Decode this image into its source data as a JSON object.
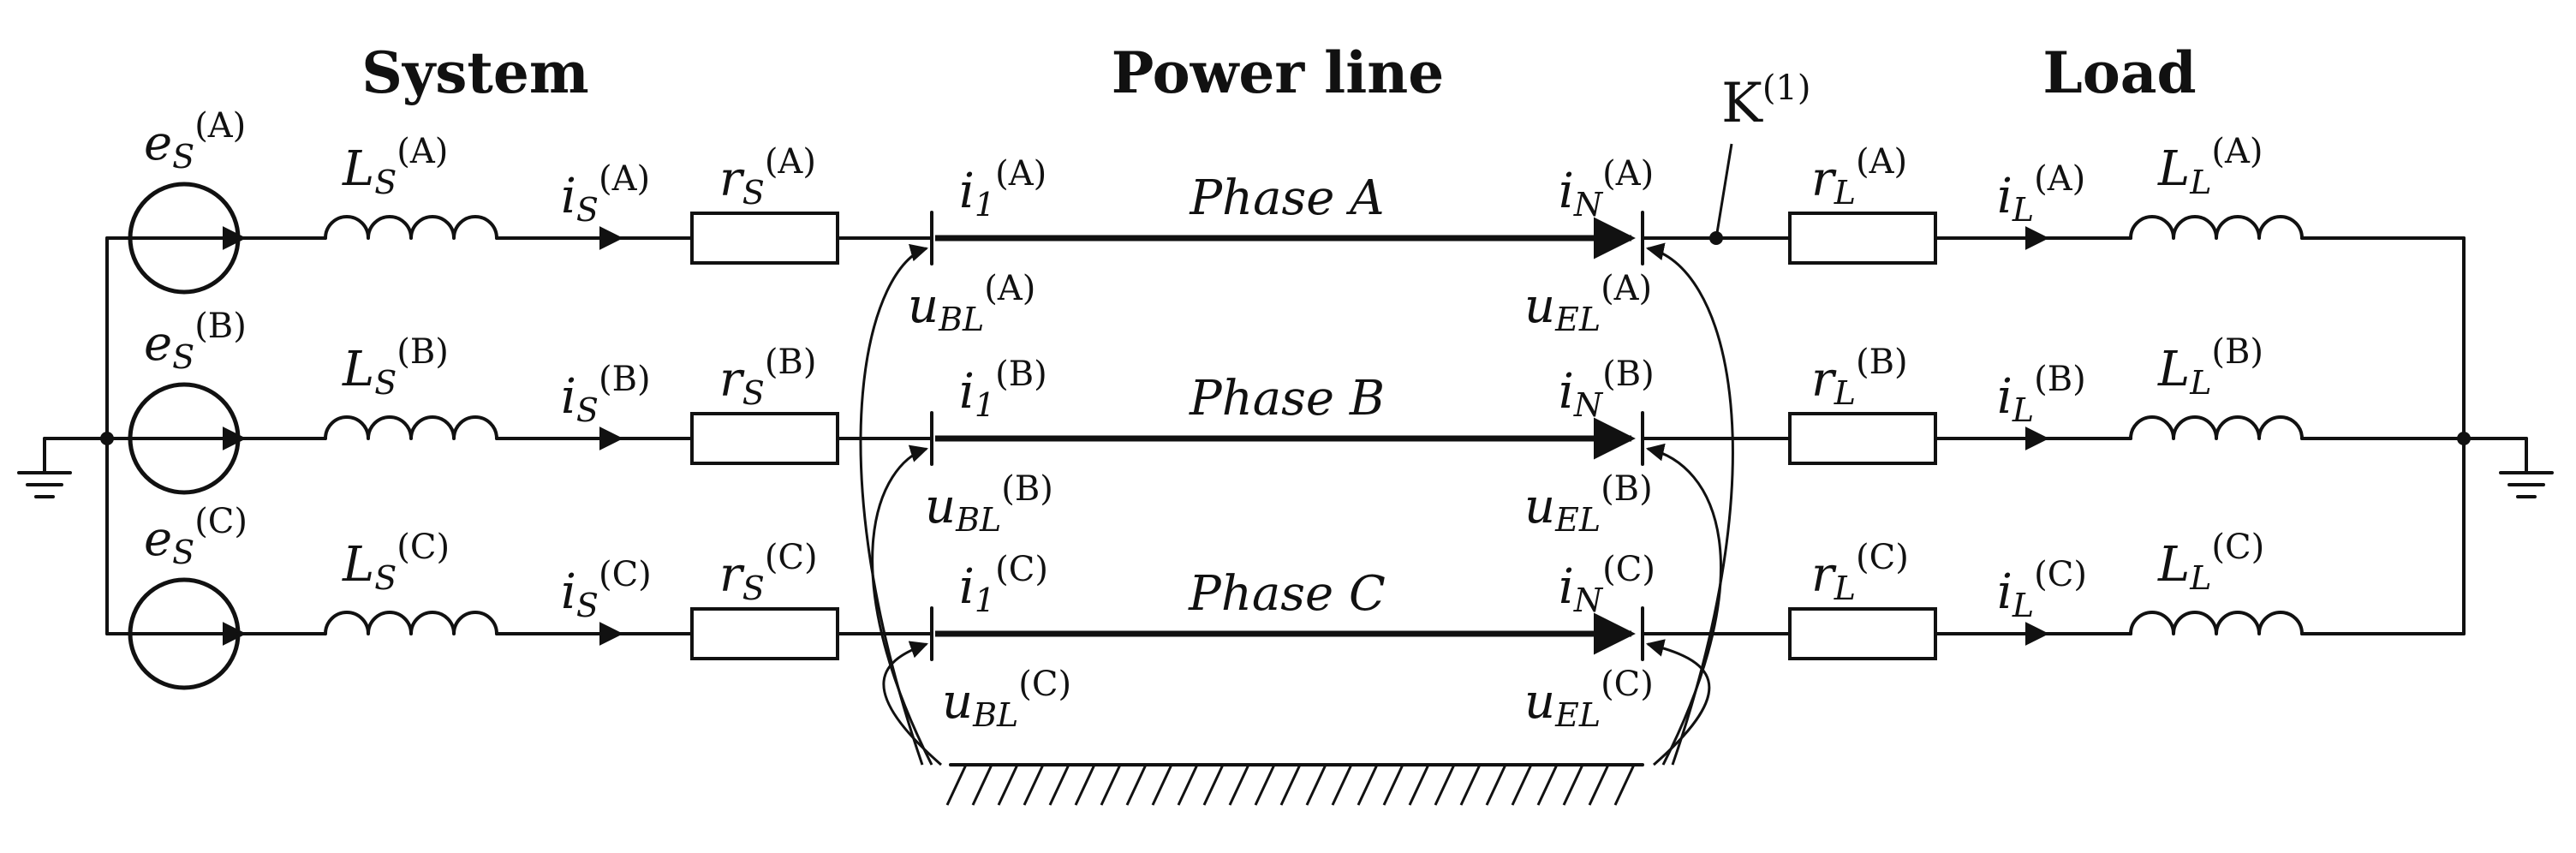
{
  "sections": {
    "system": "System",
    "power_line": "Power line",
    "load": "Load"
  },
  "fault_label": {
    "main": "K",
    "sup": "(1)"
  },
  "phases": [
    {
      "key": "A",
      "phase_label": "Phase A",
      "e_s": {
        "main": "e",
        "sub": "S",
        "sup": "(A)"
      },
      "L_s": {
        "main": "L",
        "sub": "S",
        "sup": "(A)"
      },
      "i_s": {
        "main": "i",
        "sub": "S",
        "sup": "(A)"
      },
      "r_s": {
        "main": "r",
        "sub": "S",
        "sup": "(A)"
      },
      "i_1": {
        "main": "i",
        "sub": "1",
        "sup": "(A)"
      },
      "u_bl": {
        "main": "u",
        "sub": "BL",
        "sup": "(A)"
      },
      "i_n": {
        "main": "i",
        "sub": "N",
        "sup": "(A)"
      },
      "u_el": {
        "main": "u",
        "sub": "EL",
        "sup": "(A)"
      },
      "r_l": {
        "main": "r",
        "sub": "L",
        "sup": "(A)"
      },
      "i_l": {
        "main": "i",
        "sub": "L",
        "sup": "(A)"
      },
      "L_l": {
        "main": "L",
        "sub": "L",
        "sup": "(A)"
      }
    },
    {
      "key": "B",
      "phase_label": "Phase B",
      "e_s": {
        "main": "e",
        "sub": "S",
        "sup": "(B)"
      },
      "L_s": {
        "main": "L",
        "sub": "S",
        "sup": "(B)"
      },
      "i_s": {
        "main": "i",
        "sub": "S",
        "sup": "(B)"
      },
      "r_s": {
        "main": "r",
        "sub": "S",
        "sup": "(B)"
      },
      "i_1": {
        "main": "i",
        "sub": "1",
        "sup": "(B)"
      },
      "u_bl": {
        "main": "u",
        "sub": "BL",
        "sup": "(B)"
      },
      "i_n": {
        "main": "i",
        "sub": "N",
        "sup": "(B)"
      },
      "u_el": {
        "main": "u",
        "sub": "EL",
        "sup": "(B)"
      },
      "r_l": {
        "main": "r",
        "sub": "L",
        "sup": "(B)"
      },
      "i_l": {
        "main": "i",
        "sub": "L",
        "sup": "(B)"
      },
      "L_l": {
        "main": "L",
        "sub": "L",
        "sup": "(B)"
      }
    },
    {
      "key": "C",
      "phase_label": "Phase C",
      "e_s": {
        "main": "e",
        "sub": "S",
        "sup": "(C)"
      },
      "L_s": {
        "main": "L",
        "sub": "S",
        "sup": "(C)"
      },
      "i_s": {
        "main": "i",
        "sub": "S",
        "sup": "(C)"
      },
      "r_s": {
        "main": "r",
        "sub": "S",
        "sup": "(C)"
      },
      "i_1": {
        "main": "i",
        "sub": "1",
        "sup": "(C)"
      },
      "u_bl": {
        "main": "u",
        "sub": "BL",
        "sup": "(C)"
      },
      "i_n": {
        "main": "i",
        "sub": "N",
        "sup": "(C)"
      },
      "u_el": {
        "main": "u",
        "sub": "EL",
        "sup": "(C)"
      },
      "r_l": {
        "main": "r",
        "sub": "L",
        "sup": "(C)"
      },
      "i_l": {
        "main": "i",
        "sub": "L",
        "sup": "(C)"
      },
      "L_l": {
        "main": "L",
        "sub": "L",
        "sup": "(C)"
      }
    }
  ]
}
